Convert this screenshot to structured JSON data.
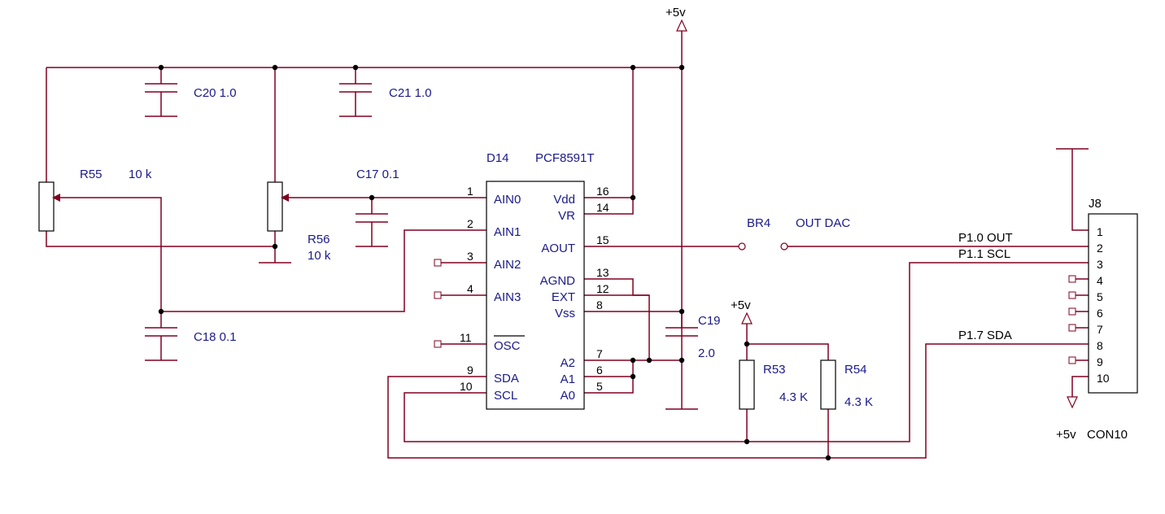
{
  "labels": {
    "vcc_top": "+5v",
    "vcc_mid": "+5v",
    "vcc_bottom": "+5v",
    "chip_ref": "D14",
    "chip_part": "PCF8591T",
    "c20": "C20  1.0",
    "c21": "C21  1.0",
    "c17": "C17  0.1",
    "c18": "C18  0.1",
    "c19": "C19",
    "c19_val": "2.0",
    "r55": "R55",
    "r55_val": "10 k",
    "r56": "R56",
    "r56_val": "10 k",
    "r53": "R53",
    "r53_val": "4.3 K",
    "r54": "R54",
    "r54_val": "4.3 K",
    "br4": "BR4",
    "out_dac": "OUT  DAC",
    "p10": "P1.0 OUT",
    "p11": "P1.1 SCL",
    "p17": "P1.7 SDA",
    "j8": "J8",
    "con10": "CON10"
  },
  "chip_pins_left": [
    {
      "num": "1",
      "name": "AIN0"
    },
    {
      "num": "2",
      "name": "AIN1"
    },
    {
      "num": "3",
      "name": "AIN2"
    },
    {
      "num": "4",
      "name": "AIN3"
    },
    {
      "num": "11",
      "name": "OSC"
    },
    {
      "num": "9",
      "name": "SDA"
    },
    {
      "num": "10",
      "name": "SCL"
    }
  ],
  "chip_pins_right": [
    {
      "num": "16",
      "name": "Vdd"
    },
    {
      "num": "14",
      "name": "VR"
    },
    {
      "num": "15",
      "name": "AOUT"
    },
    {
      "num": "13",
      "name": "AGND"
    },
    {
      "num": "12",
      "name": "EXT"
    },
    {
      "num": "8",
      "name": "Vss"
    },
    {
      "num": "7",
      "name": "A2"
    },
    {
      "num": "6",
      "name": "A1"
    },
    {
      "num": "5",
      "name": "A0"
    }
  ],
  "connector_pins": [
    "1",
    "2",
    "3",
    "4",
    "5",
    "6",
    "7",
    "8",
    "9",
    "10"
  ]
}
